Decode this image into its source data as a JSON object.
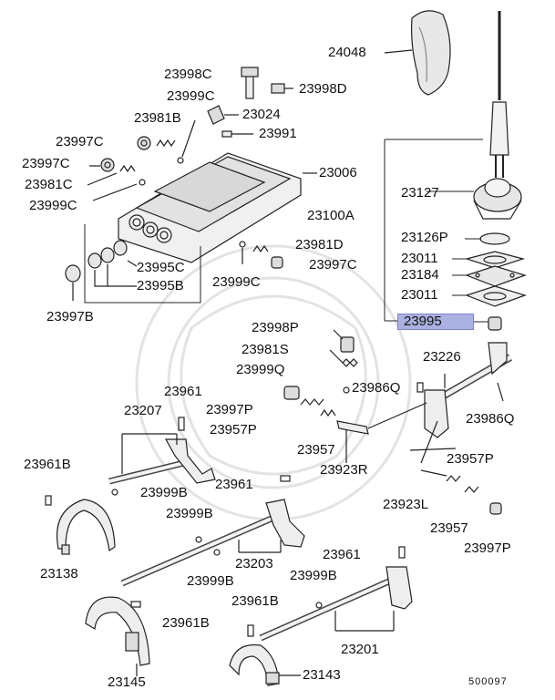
{
  "parts": {
    "p24048": "24048",
    "p23998C": "23998C",
    "p23998D": "23998D",
    "p23999C_a": "23999C",
    "p23981B_a": "23981B",
    "p23024": "23024",
    "p23991": "23991",
    "p23997C_a": "23997C",
    "p23997C_b": "23997C",
    "p23981C": "23981C",
    "p23999C_b": "23999C",
    "p23006": "23006",
    "p23127": "23127",
    "p23100A": "23100A",
    "p23126P": "23126P",
    "p23011_a": "23011",
    "p23184": "23184",
    "p23011_b": "23011",
    "p23995": "23995",
    "p23981D": "23981D",
    "p23997C_c": "23997C",
    "p23995C": "23995C",
    "p23995B": "23995B",
    "p23999C_c": "23999C",
    "p23997B": "23997B",
    "p23998P": "23998P",
    "p23981S": "23981S",
    "p23999Q": "23999Q",
    "p23986Q_a": "23986Q",
    "p23226": "23226",
    "p23986Q_b": "23986Q",
    "p23961_a": "23961",
    "p23207": "23207",
    "p23997P_a": "23997P",
    "p23957P_a": "23957P",
    "p23957_a": "23957",
    "p23923R": "23923R",
    "p23961B_a": "23961B",
    "p23999B_a": "23999B",
    "p23961_b": "23961",
    "p23957P_b": "23957P",
    "p23923L": "23923L",
    "p23957_b": "23957",
    "p23997P_b": "23997P",
    "p23999B_b": "23999B",
    "p23138": "23138",
    "p23203": "23203",
    "p23999B_c": "23999B",
    "p23961_c": "23961",
    "p23999B_d": "23999B",
    "p23961B_b": "23961B",
    "p23961B_c": "23961B",
    "p23201": "23201",
    "p23145": "23145",
    "p23143": "23143"
  },
  "diagram_code": "500097",
  "highlight_color": "#aab0e0"
}
